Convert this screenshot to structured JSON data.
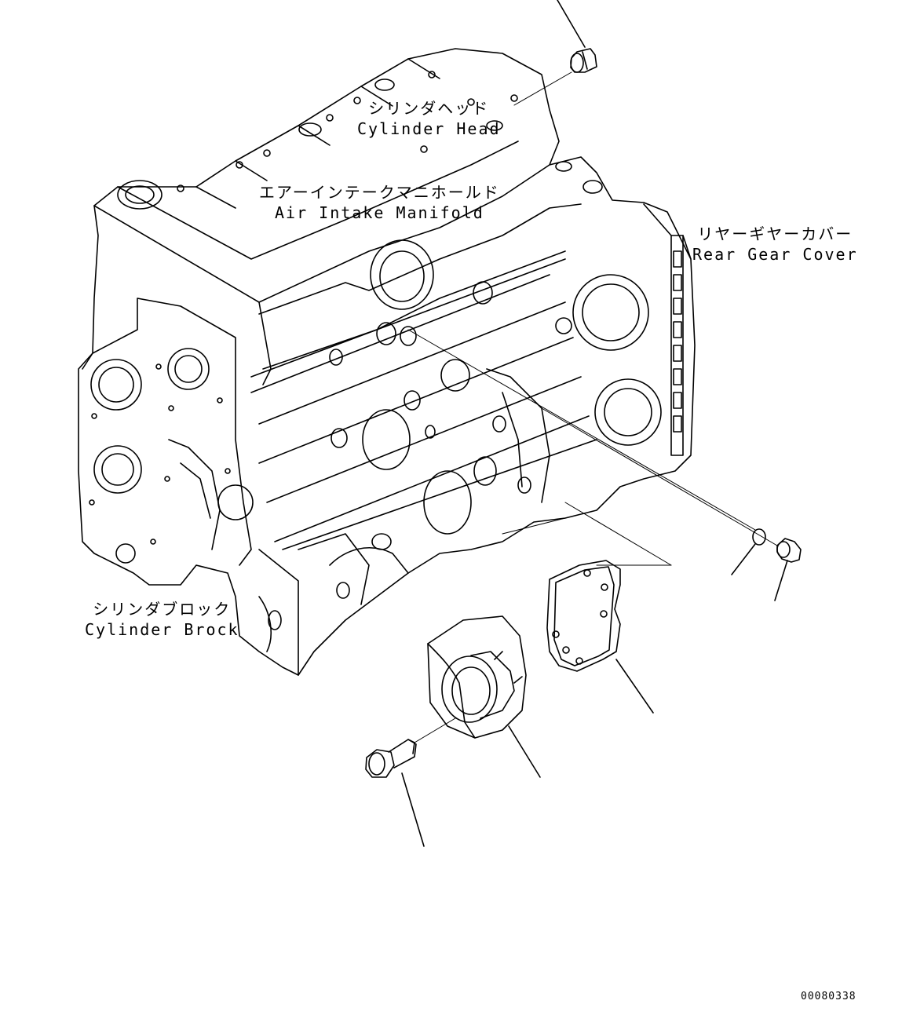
{
  "labels": {
    "cylinder_head": {
      "jp": "シリンダヘッド",
      "en": "Cylinder Head"
    },
    "air_intake_manifold": {
      "jp": "エアーインテークマニホールド",
      "en": "Air Intake Manifold"
    },
    "rear_gear_cover": {
      "jp": "リヤーギヤーカバー",
      "en": "Rear Gear Cover"
    },
    "cylinder_block": {
      "jp": "シリンダブロック",
      "en": "Cylinder Brock"
    }
  },
  "figure_number": "00080338",
  "colors": {
    "ink": "#000000",
    "paper": "#ffffff"
  }
}
